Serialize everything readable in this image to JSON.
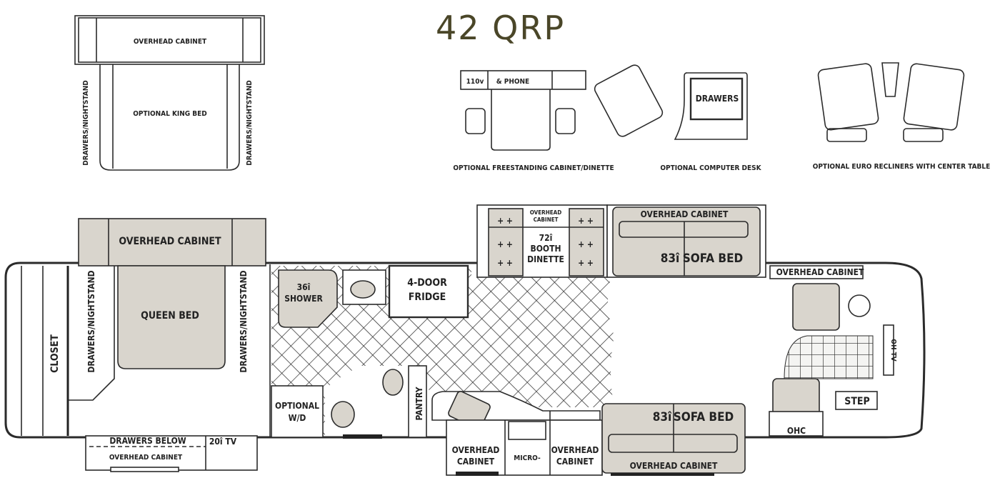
{
  "title": "42 QRP",
  "colors": {
    "cabinet_fill": "#d9d5cd",
    "line": "#2b2b2b",
    "title": "#4a4628"
  },
  "option_king": {
    "overhead": "OVERHEAD CABINET",
    "bed": "OPTIONAL KING BED",
    "drawers_left": "DRAWERS/NIGHTSTAND",
    "drawers_right": "DRAWERS/NIGHTSTAND"
  },
  "option_dinette": {
    "label": "OPTIONAL FREESTANDING CABINET/DINETTE",
    "cell1": "110v",
    "cell2": "& PHONE"
  },
  "option_desk": {
    "label": "OPTIONAL COMPUTER DESK",
    "drawers": "DRAWERS"
  },
  "option_recliners": {
    "label": "OPTIONAL EURO RECLINERS WITH CENTER TABLE"
  },
  "plan": {
    "bed_overhead": "OVERHEAD CABINET",
    "queen_bed": "QUEEN BED",
    "drawers_left": "DRAWERS/NIGHTSTAND",
    "drawers_right": "DRAWERS/NIGHTSTAND",
    "closet": "CLOSET",
    "drawers_below": "DRAWERS BELOW",
    "bottom_overhead": "OVERHEAD CABINET",
    "tv20": "20î TV",
    "shower_size": "36î",
    "shower": "SHOWER",
    "fridge1": "4-DOOR",
    "fridge2": "FRIDGE",
    "wd1": "OPTIONAL",
    "wd2": "W/D",
    "pantry": "PANTRY",
    "dinette_overhead1": "OVERHEAD",
    "dinette_overhead2": "CABINET",
    "dinette_size": "72î",
    "dinette1": "BOOTH",
    "dinette2": "DINETTE",
    "sofa_top_overhead": "OVERHEAD CABINET",
    "sofa_top_size": "83î",
    "sofa_top": "SOFA BED",
    "cab_overhead": "OVERHEAD CABINET",
    "oh_tv": "OH TV",
    "step": "STEP",
    "ohc": "OHC",
    "kitchen_oh1a": "OVERHEAD",
    "kitchen_oh1b": "CABINET",
    "micro": "MICRO-",
    "kitchen_oh2a": "OVERHEAD",
    "kitchen_oh2b": "CABINET",
    "sofa_bot_size": "83î",
    "sofa_bot": "SOFA BED",
    "sofa_bot_overhead": "OVERHEAD CABINET"
  }
}
